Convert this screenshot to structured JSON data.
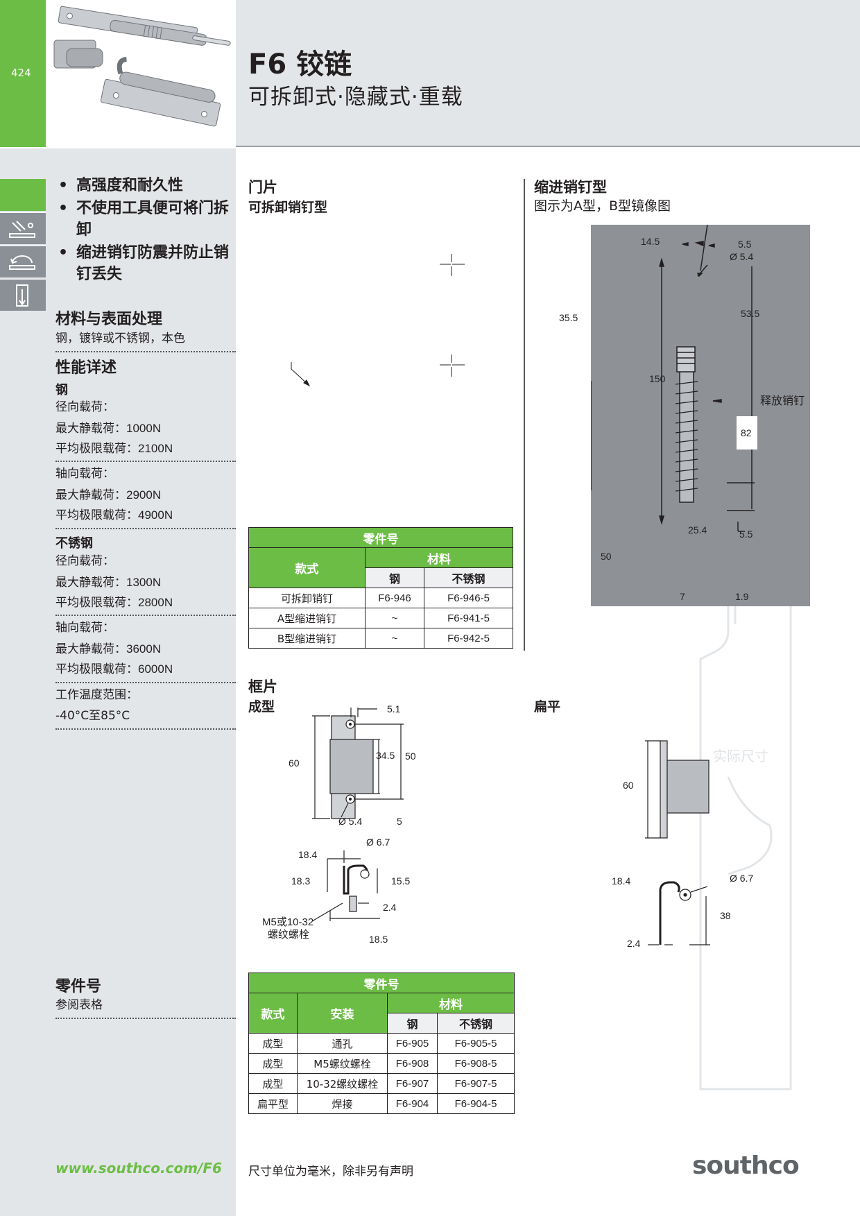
{
  "header": {
    "page_number": "424",
    "title": "F6 铰链",
    "subtitle": "可拆卸式·隐藏式·重载"
  },
  "features": [
    "高强度和耐久性",
    "不使用工具便可将门拆卸",
    "缩进销钉防震并防止销钉丢失"
  ],
  "materials": {
    "heading": "材料与表面处理",
    "text": "钢，镀锌或不锈钢，本色"
  },
  "performance": {
    "heading": "性能详述",
    "steel_label": "钢",
    "radial_label": "径向载荷：",
    "steel_radial_static": "最大静载荷：1000N",
    "steel_radial_ultimate": "平均极限载荷：2100N",
    "axial_label": "轴向载荷：",
    "steel_axial_static": "最大静载荷：2900N",
    "steel_axial_ultimate": "平均极限载荷：4900N",
    "stainless_label": "不锈钢",
    "ss_radial_static": "最大静载荷：1300N",
    "ss_radial_ultimate": "平均极限载荷：2800N",
    "ss_axial_static": "最大静载荷：3600N",
    "ss_axial_ultimate": "平均极限载荷：6000N",
    "temp_label": "工作温度范围：",
    "temp_value": "-40°C至85°C"
  },
  "part_numbers_side": {
    "heading": "零件号",
    "text": "参阅表格"
  },
  "door_leaf": {
    "heading": "门片",
    "subheading": "可拆卸销钉型"
  },
  "retracting_pin": {
    "heading": "缩进销钉型",
    "note": "图示为A型，B型镜像图",
    "release_label": "释放销钉",
    "dims": [
      "14.5",
      "5.5",
      "Ø 5.4",
      "35.5",
      "53.5",
      "150",
      "82",
      "25.4",
      "5.5",
      "50",
      "7",
      "1.9"
    ]
  },
  "table1": {
    "title": "零件号",
    "col_style": "款式",
    "col_material": "材料",
    "col_steel": "钢",
    "col_ss": "不锈钢",
    "rows": [
      [
        "可拆卸销钉",
        "F6-946",
        "F6-946-5"
      ],
      [
        "A型缩进销钉",
        "~",
        "F6-941-5"
      ],
      [
        "B型缩进销钉",
        "~",
        "F6-942-5"
      ]
    ]
  },
  "frame_leaf": {
    "heading": "框片",
    "formed_label": "成型",
    "flat_label": "扁平",
    "formed_dims": [
      "5.1",
      "60",
      "34.5",
      "50",
      "Ø 5.4",
      "5",
      "Ø 6.7",
      "18.4",
      "18.3",
      "15.5",
      "2.4",
      "18.5"
    ],
    "bolt_label_1": "M5或10-32",
    "bolt_label_2": "螺纹螺栓",
    "flat_dims": [
      "60",
      "18.4",
      "Ø 6.7",
      "38",
      "2.4"
    ],
    "actual_size": "实际尺寸"
  },
  "table2": {
    "title": "零件号",
    "col_style": "款式",
    "col_install": "安装",
    "col_material": "材料",
    "col_steel": "钢",
    "col_ss": "不锈钢",
    "rows": [
      [
        "成型",
        "通孔",
        "F6-905",
        "F6-905-5"
      ],
      [
        "成型",
        "M5螺纹螺栓",
        "F6-908",
        "F6-908-5"
      ],
      [
        "成型",
        "10-32螺纹螺栓",
        "F6-907",
        "F6-907-5"
      ],
      [
        "扁平型",
        "焊接",
        "F6-904",
        "F6-904-5"
      ]
    ]
  },
  "footer": {
    "url": "www.southco.com/F6",
    "note": "尺寸单位为毫米，除非另有声明",
    "logo": "southco"
  },
  "colors": {
    "brand_green": "#6cbd45",
    "panel_gray": "#e3e6e9",
    "drawing_gray": "#8e9296"
  }
}
